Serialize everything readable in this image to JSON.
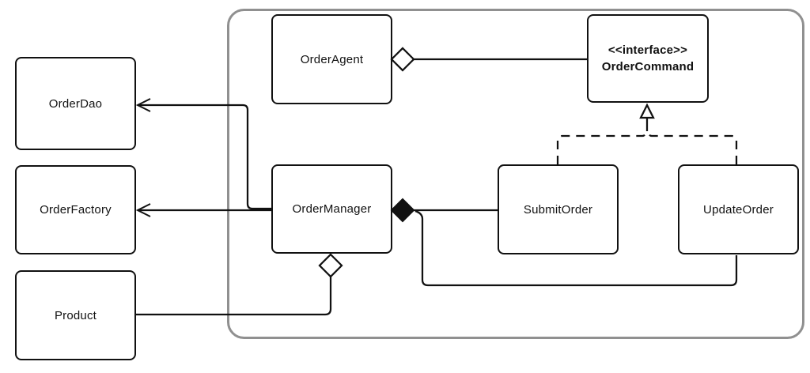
{
  "diagram": {
    "type": "uml-class-diagram",
    "nodes": [
      {
        "id": "order-dao",
        "label": "OrderDao"
      },
      {
        "id": "order-factory",
        "label": "OrderFactory"
      },
      {
        "id": "product",
        "label": "Product"
      },
      {
        "id": "order-agent",
        "label": "OrderAgent"
      },
      {
        "id": "order-command",
        "stereotype": "<<interface>>",
        "label": "OrderCommand"
      },
      {
        "id": "order-manager",
        "label": "OrderManager"
      },
      {
        "id": "submit-order",
        "label": "SubmitOrder"
      },
      {
        "id": "update-order",
        "label": "UpdateOrder"
      }
    ],
    "relationships": [
      {
        "from": "OrderManager",
        "to": "OrderDao",
        "type": "directed-association"
      },
      {
        "from": "OrderManager",
        "to": "OrderFactory",
        "type": "directed-association"
      },
      {
        "from": "OrderManager",
        "to": "Product",
        "type": "aggregation-open-diamond"
      },
      {
        "from": "OrderAgent",
        "to": "OrderCommand",
        "type": "aggregation-open-diamond"
      },
      {
        "from": "OrderManager",
        "to": "SubmitOrder",
        "type": "composition-filled-diamond"
      },
      {
        "from": "OrderManager",
        "to": "UpdateOrder",
        "type": "composition-filled-diamond"
      },
      {
        "from": "SubmitOrder",
        "to": "OrderCommand",
        "type": "realization-dashed-triangle"
      },
      {
        "from": "UpdateOrder",
        "to": "OrderCommand",
        "type": "realization-dashed-triangle"
      }
    ],
    "colors": {
      "line": "#111111",
      "frame_border": "#909090",
      "node_fill": "#ffffff",
      "text": "#111111"
    }
  }
}
